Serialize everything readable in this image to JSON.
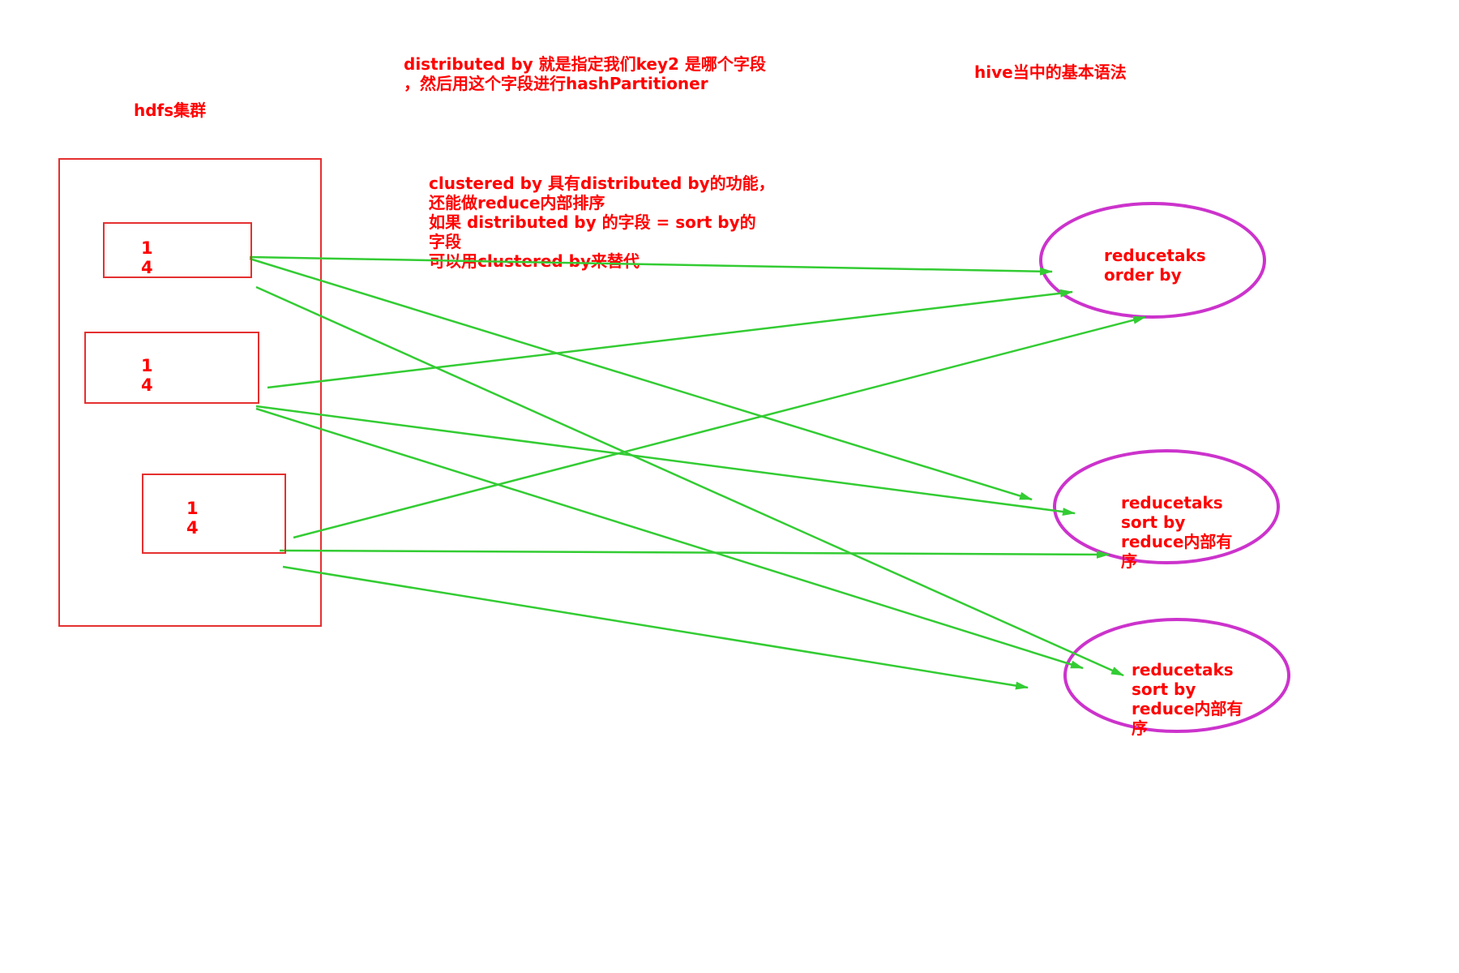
{
  "notes": {
    "hdfs_title": "hdfs集群",
    "distributed_line1": "distributed  by 就是指定我们key2  是哪个字段",
    "distributed_line2": "，然后用这个字段进行hashPartitioner",
    "hive_title": "hive当中的基本语法",
    "clustered_line1": "clustered  by  具有distributed  by的功能，",
    "clustered_line2": "还能做reduce内部排序",
    "clustered_line3": "如果  distributed by  的字段  =  sort  by的",
    "clustered_line4": "字段",
    "clustered_line5": "可以用clustered  by来替代"
  },
  "blocks": [
    {
      "line1": "1",
      "line2": "4"
    },
    {
      "line1": "1",
      "line2": "4"
    },
    {
      "line1": "1",
      "line2": "4"
    }
  ],
  "reducers": [
    {
      "line1": "reducetaks",
      "line2": "order  by",
      "line3": "",
      "line4": ""
    },
    {
      "line1": "reducetaks",
      "line2": "sort  by",
      "line3": "reduce内部有",
      "line4": "序"
    },
    {
      "line1": "reducetaks",
      "line2": "sort  by",
      "line3": "reduce内部有",
      "line4": "序"
    }
  ],
  "colors": {
    "text": "#ff0000",
    "box_border": "#e53030",
    "ellipse_border": "#cc33cc",
    "arrow": "#33cc33"
  }
}
